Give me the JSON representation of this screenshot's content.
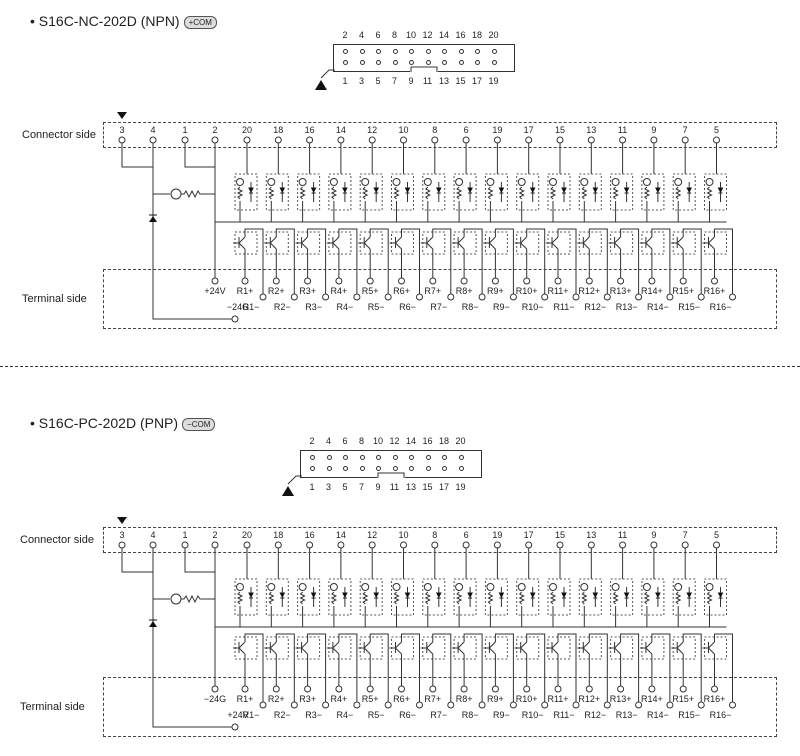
{
  "npn": {
    "title": "• S16C-NC-202D (NPN)",
    "badge": "+COM",
    "connector_side": "Connector side",
    "terminal_side": "Terminal side",
    "top_pins": [
      "2",
      "4",
      "6",
      "8",
      "10",
      "12",
      "14",
      "16",
      "18",
      "20"
    ],
    "bottom_pins": [
      "1",
      "3",
      "5",
      "7",
      "9",
      "11",
      "13",
      "15",
      "17",
      "19"
    ],
    "connector_pin_labels": [
      "3",
      "4",
      "1",
      "2",
      "20",
      "18",
      "16",
      "14",
      "12",
      "10",
      "8",
      "6",
      "19",
      "17",
      "15",
      "13",
      "11",
      "9",
      "7",
      "5"
    ],
    "terminal_top": [
      "+24V",
      "R1+",
      "R2+",
      "R3+",
      "R4+",
      "R5+",
      "R6+",
      "R7+",
      "R8+",
      "R9+",
      "R10+",
      "R11+",
      "R12+",
      "R13+",
      "R14+",
      "R15+",
      "R16+"
    ],
    "terminal_bottom": [
      "−24G",
      "R1−",
      "R2−",
      "R3−",
      "R4−",
      "R5−",
      "R6−",
      "R7−",
      "R8−",
      "R9−",
      "R10−",
      "R11−",
      "R12−",
      "R13−",
      "R14−",
      "R15−",
      "R16−"
    ]
  },
  "pnp": {
    "title": "• S16C-PC-202D (PNP)",
    "badge": "−COM",
    "connector_side": "Connector side",
    "terminal_side": "Terminal side",
    "top_pins": [
      "2",
      "4",
      "6",
      "8",
      "10",
      "12",
      "14",
      "16",
      "18",
      "20"
    ],
    "bottom_pins": [
      "1",
      "3",
      "5",
      "7",
      "9",
      "11",
      "13",
      "15",
      "17",
      "19"
    ],
    "connector_pin_labels": [
      "3",
      "4",
      "1",
      "2",
      "20",
      "18",
      "16",
      "14",
      "12",
      "10",
      "8",
      "6",
      "19",
      "17",
      "15",
      "13",
      "11",
      "9",
      "7",
      "5"
    ],
    "terminal_top": [
      "−24G",
      "R1+",
      "R2+",
      "R3+",
      "R4+",
      "R5+",
      "R6+",
      "R7+",
      "R8+",
      "R9+",
      "R10+",
      "R11+",
      "R12+",
      "R13+",
      "R14+",
      "R15+",
      "R16+"
    ],
    "terminal_bottom": [
      "+24V",
      "R1−",
      "R2−",
      "R3−",
      "R4−",
      "R5−",
      "R6−",
      "R7−",
      "R8−",
      "R9−",
      "R10−",
      "R11−",
      "R12−",
      "R13−",
      "R14−",
      "R15−",
      "R16−"
    ]
  }
}
